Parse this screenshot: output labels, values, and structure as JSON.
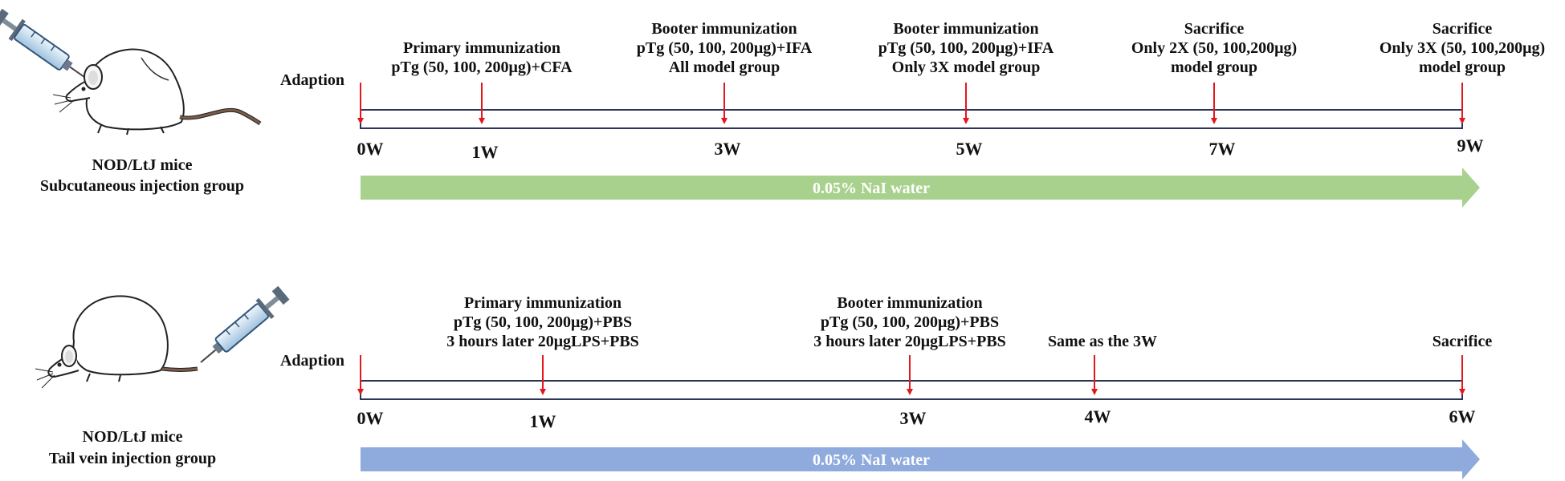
{
  "panels": [
    {
      "id": "subcutaneous",
      "group_label": [
        "NOD/LtJ mice",
        "Subcutaneous injection group"
      ],
      "adaption_label": "Adaption",
      "band_label": "0.05% NaI water",
      "band_color": "#a9d18e",
      "marker_color": "#e3171c",
      "timeline_color": "#2e3458",
      "events": [
        {
          "tick": "0W",
          "annotation": []
        },
        {
          "tick": "1W",
          "annotation": [
            "Primary immunization",
            "pTg (50, 100, 200μg)+CFA"
          ]
        },
        {
          "tick": "3W",
          "annotation": [
            "Booter immunization",
            "pTg (50, 100, 200μg)+IFA",
            "All model group"
          ]
        },
        {
          "tick": "5W",
          "annotation": [
            "Booter immunization",
            "pTg (50, 100, 200μg)+IFA",
            "Only 3X model group"
          ]
        },
        {
          "tick": "7W",
          "annotation": [
            "Sacrifice",
            "Only 2X (50, 100,200μg)",
            "model group"
          ]
        },
        {
          "tick": "9W",
          "annotation": [
            "Sacrifice",
            "Only 3X (50, 100,200μg)",
            "model group"
          ]
        }
      ]
    },
    {
      "id": "tailvein",
      "group_label": [
        "NOD/LtJ mice",
        "Tail vein injection group"
      ],
      "adaption_label": "Adaption",
      "band_label": "0.05% NaI water",
      "band_color": "#8faadc",
      "marker_color": "#e3171c",
      "timeline_color": "#2e3458",
      "events": [
        {
          "tick": "0W",
          "annotation": []
        },
        {
          "tick": "1W",
          "annotation": [
            "Primary immunization",
            "pTg (50, 100, 200μg)+PBS",
            "3 hours later 20μgLPS+PBS"
          ]
        },
        {
          "tick": "3W",
          "annotation": [
            "Booter immunization",
            "pTg (50, 100, 200μg)+PBS",
            "3 hours later 20μgLPS+PBS"
          ]
        },
        {
          "tick": "4W",
          "annotation": [
            "Same as the 3W"
          ]
        },
        {
          "tick": "6W",
          "annotation": [
            "Sacrifice"
          ]
        }
      ]
    }
  ],
  "icons": [
    "mouse-icon",
    "syringe-icon"
  ]
}
